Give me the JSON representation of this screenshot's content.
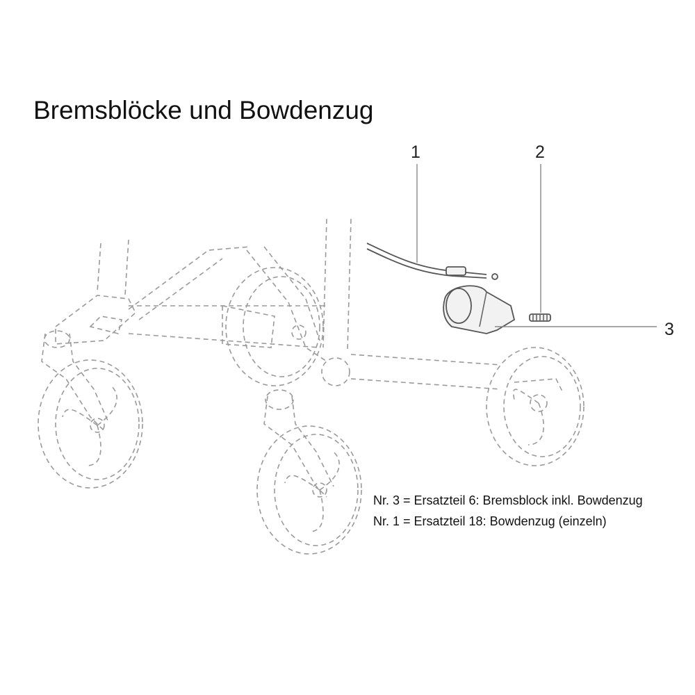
{
  "title": "Bremsblöcke und Bowdenzug",
  "callouts": [
    {
      "number": "1",
      "target": "bowden-cable"
    },
    {
      "number": "2",
      "target": "screw"
    },
    {
      "number": "3",
      "target": "brake-block"
    }
  ],
  "notes": [
    "Nr. 3 = Ersatzteil 6: Bremsblock inkl. Bowdenzug",
    "Nr. 1 = Ersatzteil 18: Bowdenzug (einzeln)"
  ]
}
